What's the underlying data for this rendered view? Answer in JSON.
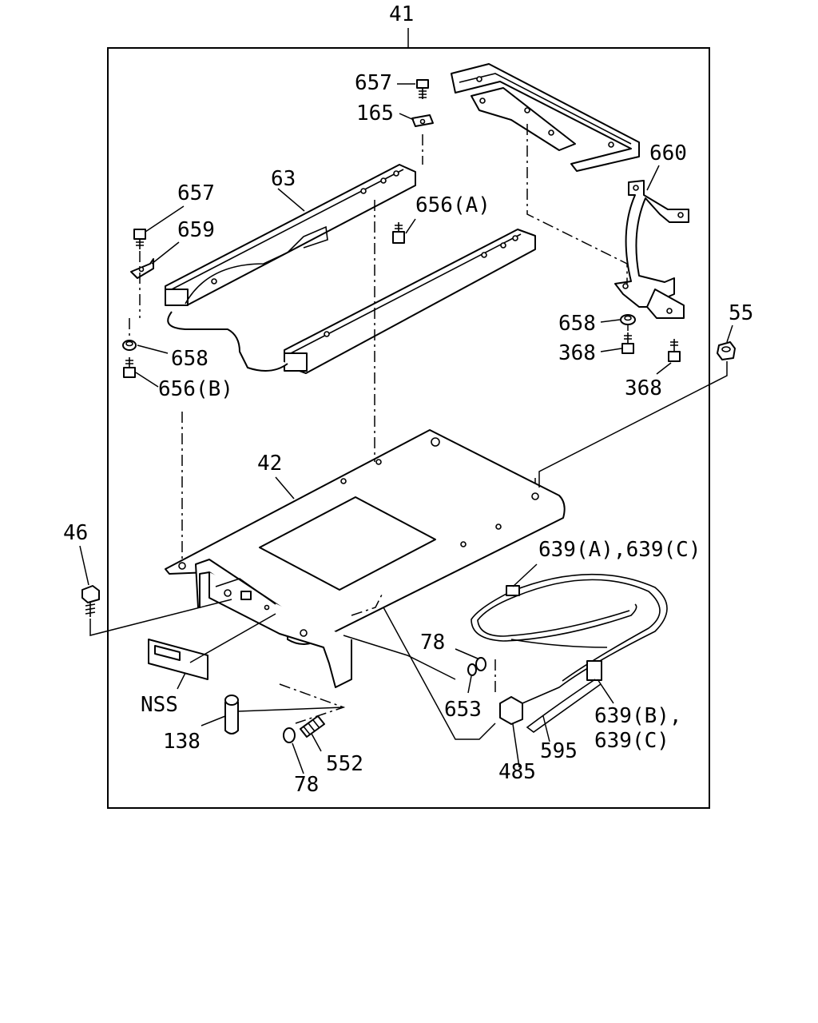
{
  "diagram": {
    "labels": {
      "l41": "41",
      "l657a": "657",
      "l165": "165",
      "l63": "63",
      "l656a": "656(A)",
      "l657b": "657",
      "l659": "659",
      "l658a": "658",
      "l656b": "656(B)",
      "l660": "660",
      "l658b": "658",
      "l368a": "368",
      "l368b": "368",
      "l55": "55",
      "l42": "42",
      "l46": "46",
      "l639ac": "639(A),639(C)",
      "l78a": "78",
      "l653": "653",
      "lnss": "NSS",
      "l138": "138",
      "l552": "552",
      "l78b": "78",
      "l485": "485",
      "l595": "595",
      "l639b1": "639(B),",
      "l639b2": "639(C)"
    }
  }
}
